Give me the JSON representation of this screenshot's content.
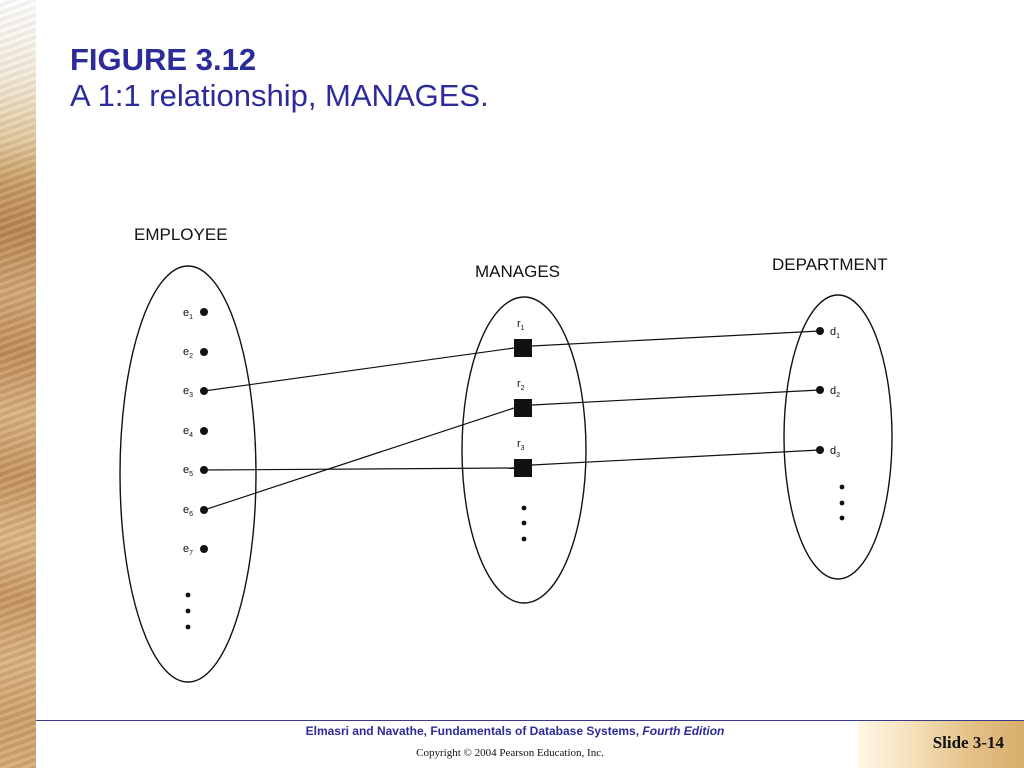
{
  "title": {
    "figure": "FIGURE 3.12",
    "caption": "A 1:1 relationship, MANAGES."
  },
  "diagram": {
    "sets": [
      {
        "id": "employee",
        "label": "EMPLOYEE"
      },
      {
        "id": "manages",
        "label": "MANAGES"
      },
      {
        "id": "department",
        "label": "DEPARTMENT"
      }
    ],
    "employees": [
      {
        "base": "e",
        "sub": "1"
      },
      {
        "base": "e",
        "sub": "2"
      },
      {
        "base": "e",
        "sub": "3"
      },
      {
        "base": "e",
        "sub": "4"
      },
      {
        "base": "e",
        "sub": "5"
      },
      {
        "base": "e",
        "sub": "6"
      },
      {
        "base": "e",
        "sub": "7"
      }
    ],
    "relationships": [
      {
        "base": "r",
        "sub": "1"
      },
      {
        "base": "r",
        "sub": "2"
      },
      {
        "base": "r",
        "sub": "3"
      }
    ],
    "departments": [
      {
        "base": "d",
        "sub": "1"
      },
      {
        "base": "d",
        "sub": "2"
      },
      {
        "base": "d",
        "sub": "3"
      }
    ],
    "links": [
      {
        "employee": "e3",
        "relationship": "r1",
        "department": "d1"
      },
      {
        "employee": "e6",
        "relationship": "r2",
        "department": "d2"
      },
      {
        "employee": "e5",
        "relationship": "r3",
        "department": "d3"
      }
    ]
  },
  "footer": {
    "book": "Elmasri and Navathe, Fundamentals of Database Systems,",
    "edition": "Fourth Edition",
    "copyright": "Copyright © 2004 Pearson Education, Inc.",
    "slide": "Slide 3-14"
  }
}
